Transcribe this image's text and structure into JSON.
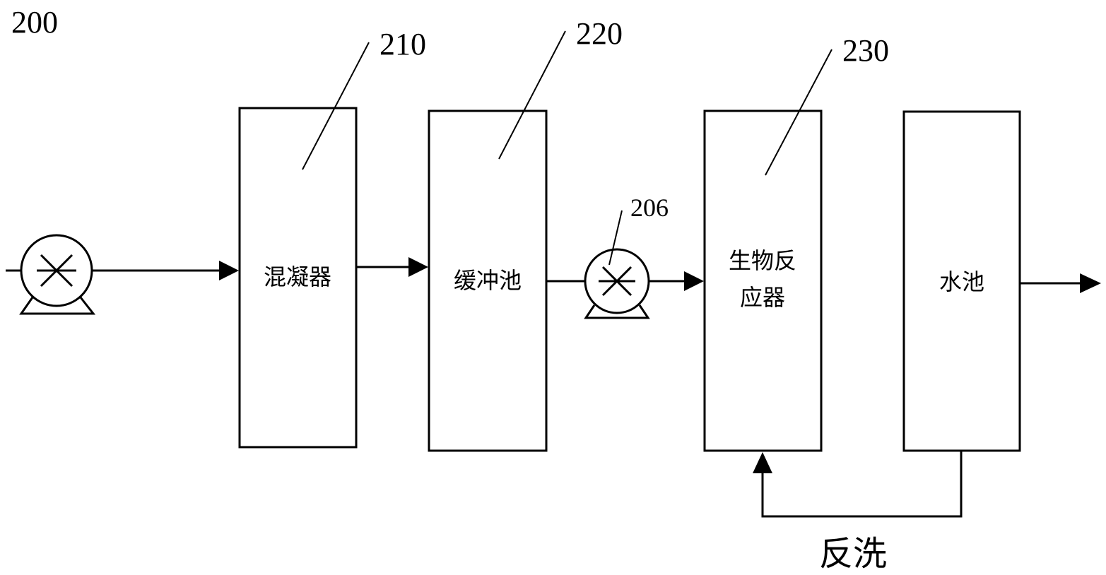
{
  "figure": {
    "label": "200"
  },
  "components": {
    "coagulator": {
      "ref": "210",
      "label": "混凝器"
    },
    "buffer_tank": {
      "ref": "220",
      "label": "缓冲池"
    },
    "pump": {
      "ref": "206"
    },
    "bioreactor": {
      "ref": "230",
      "label_line1": "生物反",
      "label_line2": "应器"
    },
    "water_tank": {
      "label": "水池"
    }
  },
  "backwash": {
    "label": "反洗"
  }
}
